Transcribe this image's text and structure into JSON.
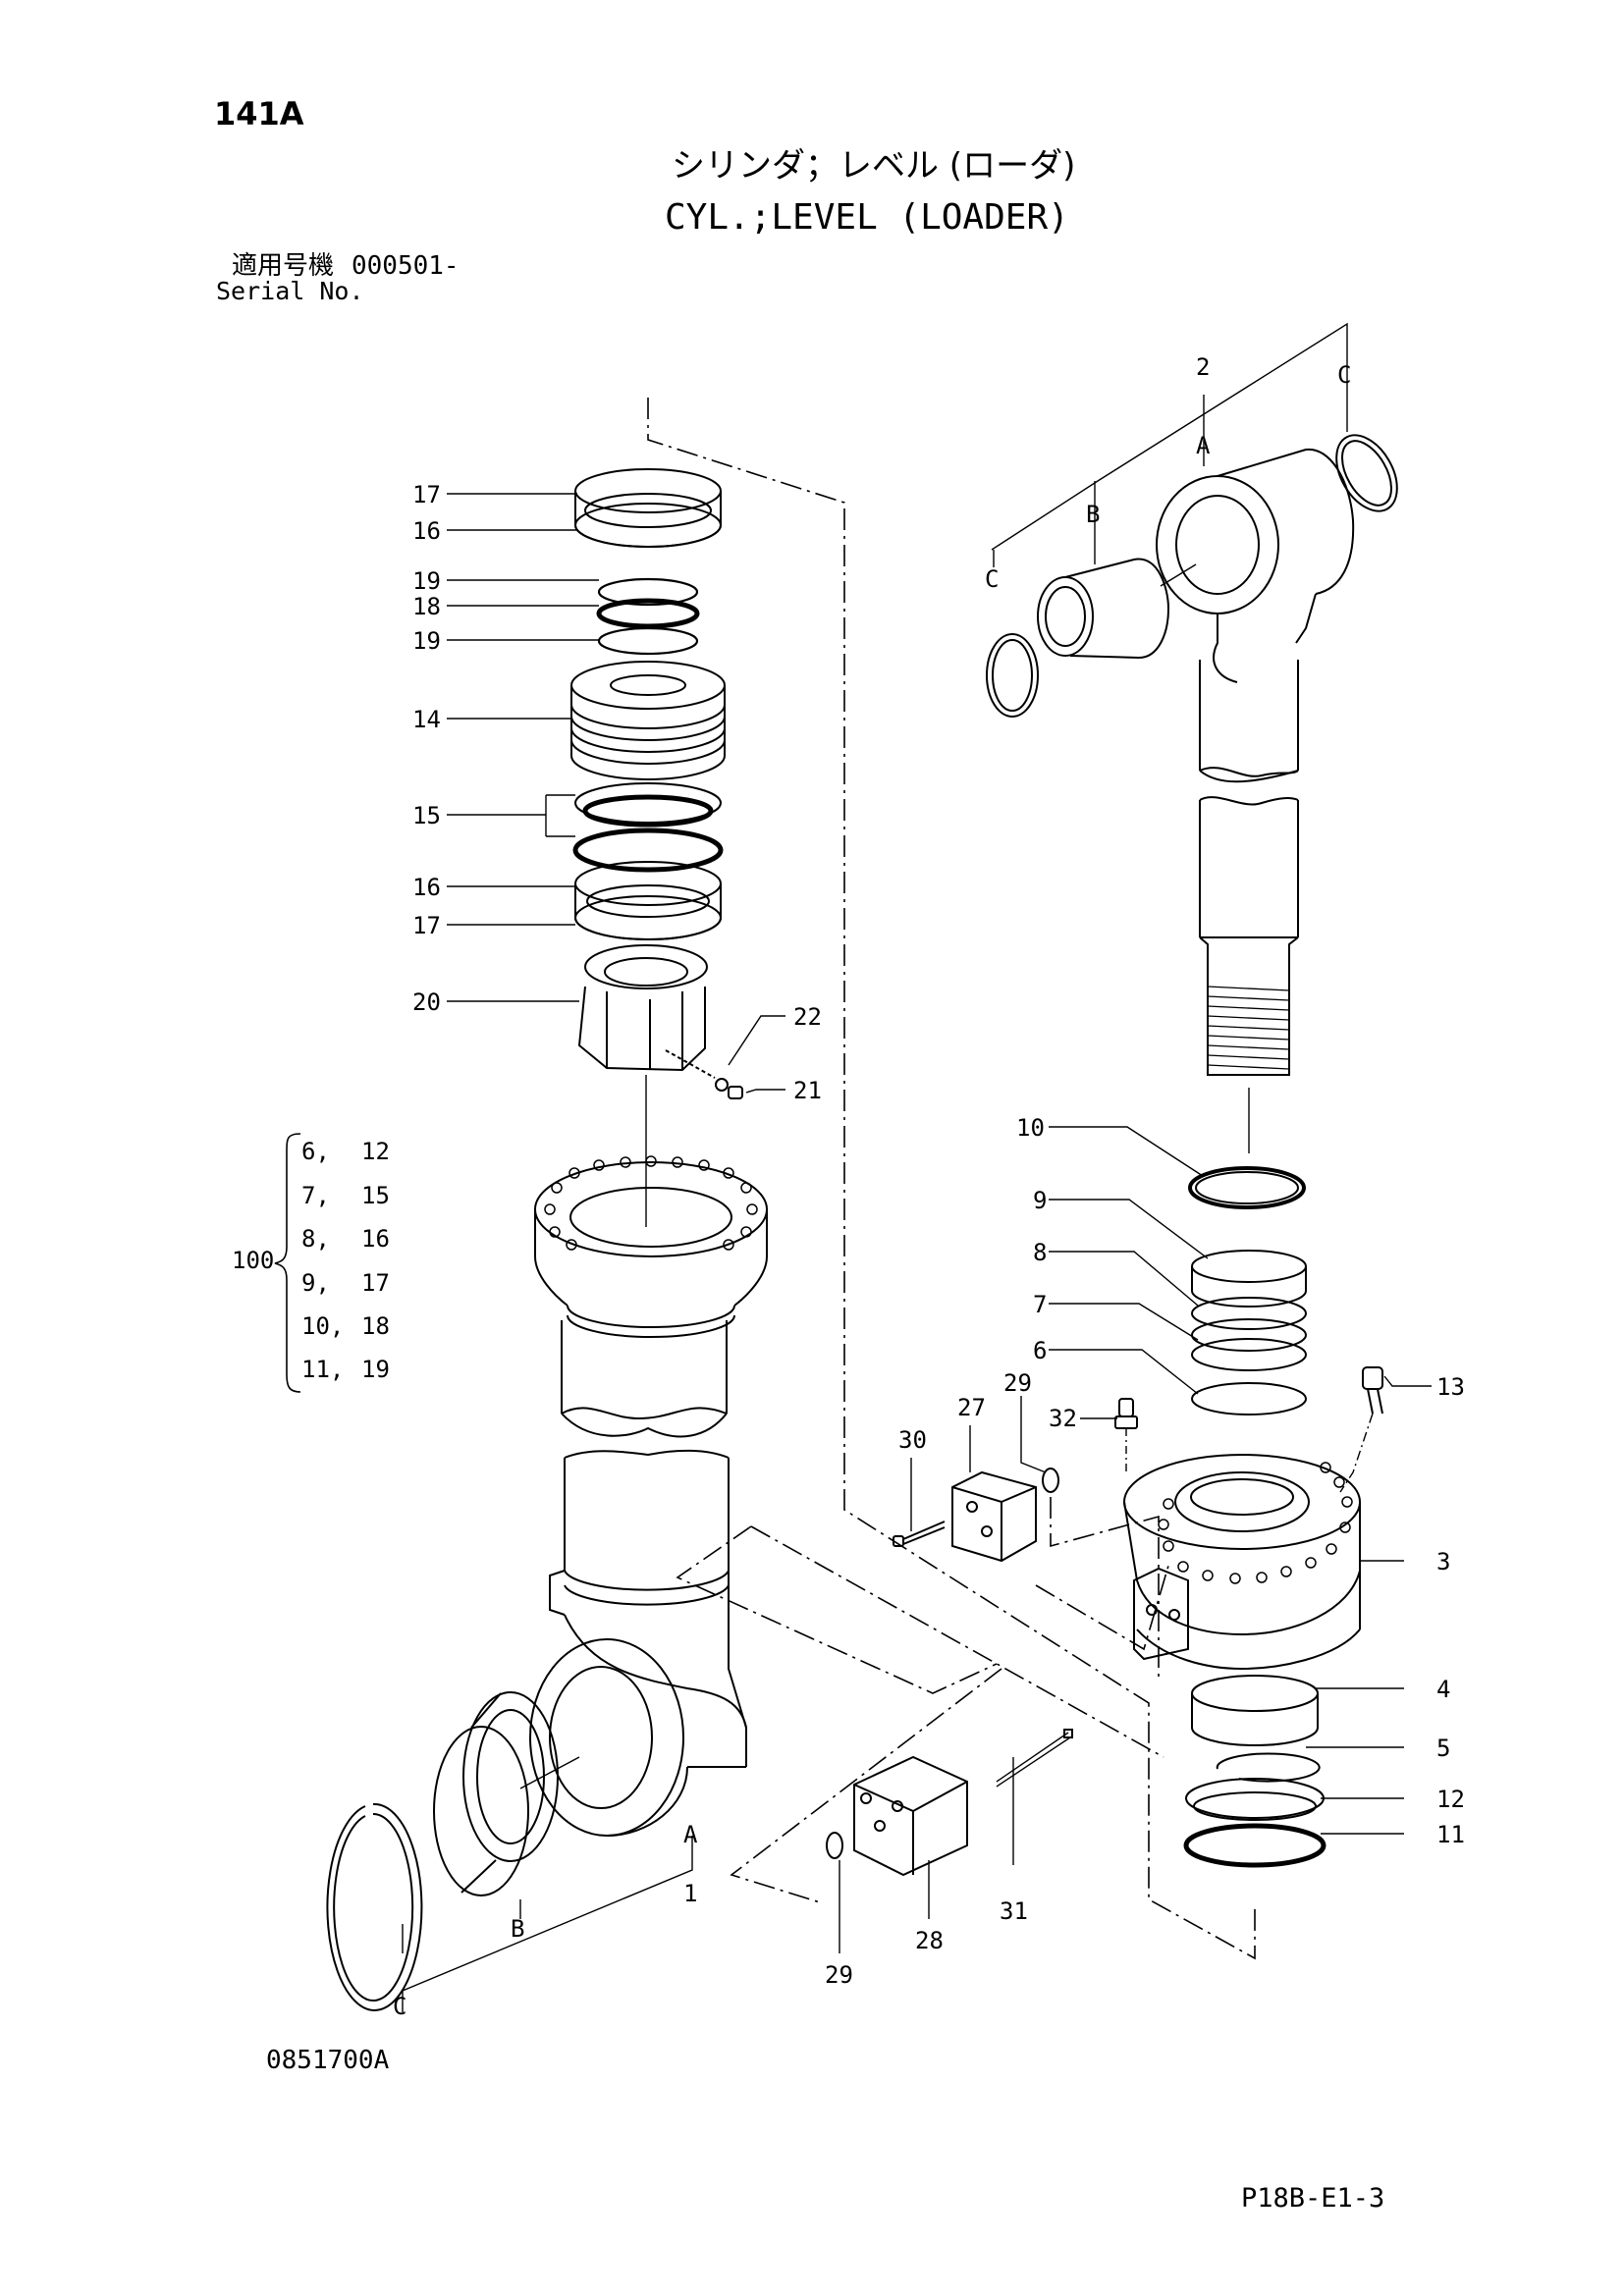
{
  "page": {
    "page_number": "141A",
    "title_jp": "シリンダ；レベル (ローダ)",
    "title_en": "CYL.;LEVEL (LOADER)",
    "serial_label_jp": "適用号機",
    "serial_value": "000501-",
    "serial_label_en": "Serial No.",
    "drawing_code": "0851700A",
    "page_ref": "P18B-E1-3"
  },
  "callouts": [
    {
      "key": "c17a",
      "label": "17"
    },
    {
      "key": "c16a",
      "label": "16"
    },
    {
      "key": "c19a",
      "label": "19"
    },
    {
      "key": "c18",
      "label": "18"
    },
    {
      "key": "c19b",
      "label": "19"
    },
    {
      "key": "c14",
      "label": "14"
    },
    {
      "key": "c15",
      "label": "15"
    },
    {
      "key": "c16b",
      "label": "16"
    },
    {
      "key": "c17b",
      "label": "17"
    },
    {
      "key": "c20",
      "label": "20"
    },
    {
      "key": "c22",
      "label": "22"
    },
    {
      "key": "c21",
      "label": "21"
    },
    {
      "key": "c2",
      "label": "2"
    },
    {
      "key": "cCtop",
      "label": "C"
    },
    {
      "key": "cAtop",
      "label": "A"
    },
    {
      "key": "cBtop",
      "label": "B"
    },
    {
      "key": "cCleft",
      "label": "C"
    },
    {
      "key": "c10",
      "label": "10"
    },
    {
      "key": "c9",
      "label": "9"
    },
    {
      "key": "c8",
      "label": "8"
    },
    {
      "key": "c7",
      "label": "7"
    },
    {
      "key": "c6",
      "label": "6"
    },
    {
      "key": "c13",
      "label": "13"
    },
    {
      "key": "c32",
      "label": "32"
    },
    {
      "key": "c29a",
      "label": "29"
    },
    {
      "key": "c27",
      "label": "27"
    },
    {
      "key": "c30",
      "label": "30"
    },
    {
      "key": "c3",
      "label": "3"
    },
    {
      "key": "c4",
      "label": "4"
    },
    {
      "key": "c5",
      "label": "5"
    },
    {
      "key": "c12",
      "label": "12"
    },
    {
      "key": "c11",
      "label": "11"
    },
    {
      "key": "c31",
      "label": "31"
    },
    {
      "key": "c28",
      "label": "28"
    },
    {
      "key": "c29b",
      "label": "29"
    },
    {
      "key": "cAbot",
      "label": "A"
    },
    {
      "key": "c1",
      "label": "1"
    },
    {
      "key": "cBbot",
      "label": "B"
    },
    {
      "key": "cCbot",
      "label": "C"
    }
  ],
  "kit": {
    "label": "100",
    "rows": [
      {
        "a": "6,",
        "b": "12"
      },
      {
        "a": "7,",
        "b": "15"
      },
      {
        "a": "8,",
        "b": "16"
      },
      {
        "a": "9,",
        "b": "17"
      },
      {
        "a": "10,",
        "b": "18"
      },
      {
        "a": "11,",
        "b": "19"
      }
    ]
  }
}
